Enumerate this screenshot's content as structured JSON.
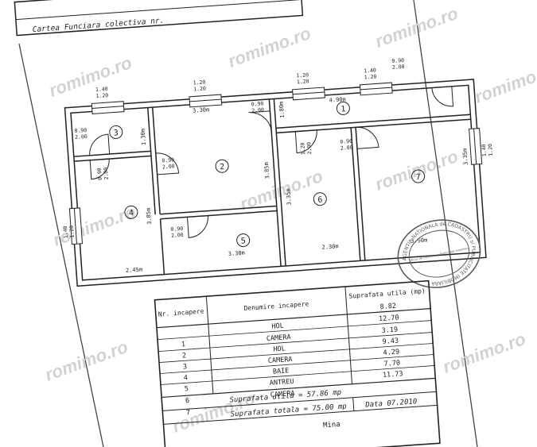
{
  "header": {
    "caption": "Cartea Funciara colectiva nr."
  },
  "watermark": "romimo.ro",
  "stamp": {
    "ring_text": "AGENTIA NATIONALA de CADASTRU si PUBLICITATE IMOBILIARA",
    "inner_text": "Oficiul de Cadastru si Publicitate Imobiliara"
  },
  "plan": {
    "rooms": [
      {
        "number": "1",
        "width": "4.90m",
        "height": "1.80m"
      },
      {
        "number": "2",
        "width": "3.30m",
        "height": "3.85m"
      },
      {
        "number": "3",
        "height": "1.30m"
      },
      {
        "number": "4",
        "width": "2.45m",
        "height": "3.85m"
      },
      {
        "number": "5",
        "width": "3.30m"
      },
      {
        "number": "6",
        "width": "2.30m",
        "height": "3.35m"
      },
      {
        "number": "7",
        "width": "3.50m",
        "height": "3.35m"
      }
    ],
    "windows": [
      {
        "top": "1.40",
        "bottom": "1.20"
      },
      {
        "top": "1.20",
        "bottom": "1.20"
      },
      {
        "top": "1.20",
        "bottom": "1.20"
      },
      {
        "top": "1.40",
        "bottom": "1.20"
      },
      {
        "top": "1.40",
        "bottom": "1.20"
      },
      {
        "top": "1.40",
        "bottom": "1.20"
      }
    ],
    "doors": [
      {
        "top": "0.90",
        "bottom": "2.00"
      },
      {
        "top": "0.90",
        "bottom": "2.00"
      },
      {
        "top": "0.90",
        "bottom": "2.00"
      },
      {
        "top": "0.90",
        "bottom": "2.00"
      },
      {
        "top": "0.90",
        "bottom": "2.00"
      },
      {
        "top": "0.90",
        "bottom": "2.00"
      },
      {
        "top": "1.20",
        "bottom": "2.00"
      },
      {
        "top": "0.90",
        "bottom": "2.00"
      }
    ]
  },
  "table": {
    "header_nr": "Nr. incapere",
    "header_denumire": "Denumire incapere",
    "header_suprafata": "Suprafata utila (mp)",
    "rows": [
      {
        "nr": "1",
        "name": "HOL",
        "area": "8.82"
      },
      {
        "nr": "2",
        "name": "CAMERA",
        "area": "12.70"
      },
      {
        "nr": "3",
        "name": "HOL",
        "area": "3.19"
      },
      {
        "nr": "4",
        "name": "CAMERA",
        "area": "9.43"
      },
      {
        "nr": "5",
        "name": "BAIE",
        "area": "4.29"
      },
      {
        "nr": "6",
        "name": "ANTREU",
        "area": "7.70"
      },
      {
        "nr": "7",
        "name": "CAMERA",
        "area": "11.73"
      }
    ],
    "suprafata_utila": "Suprafata utila = 57.86 mp",
    "suprafata_totala": "Suprafata totala = 75.00 mp",
    "data": "Data 07.2010"
  },
  "footer": {
    "fragment": "Mina"
  }
}
